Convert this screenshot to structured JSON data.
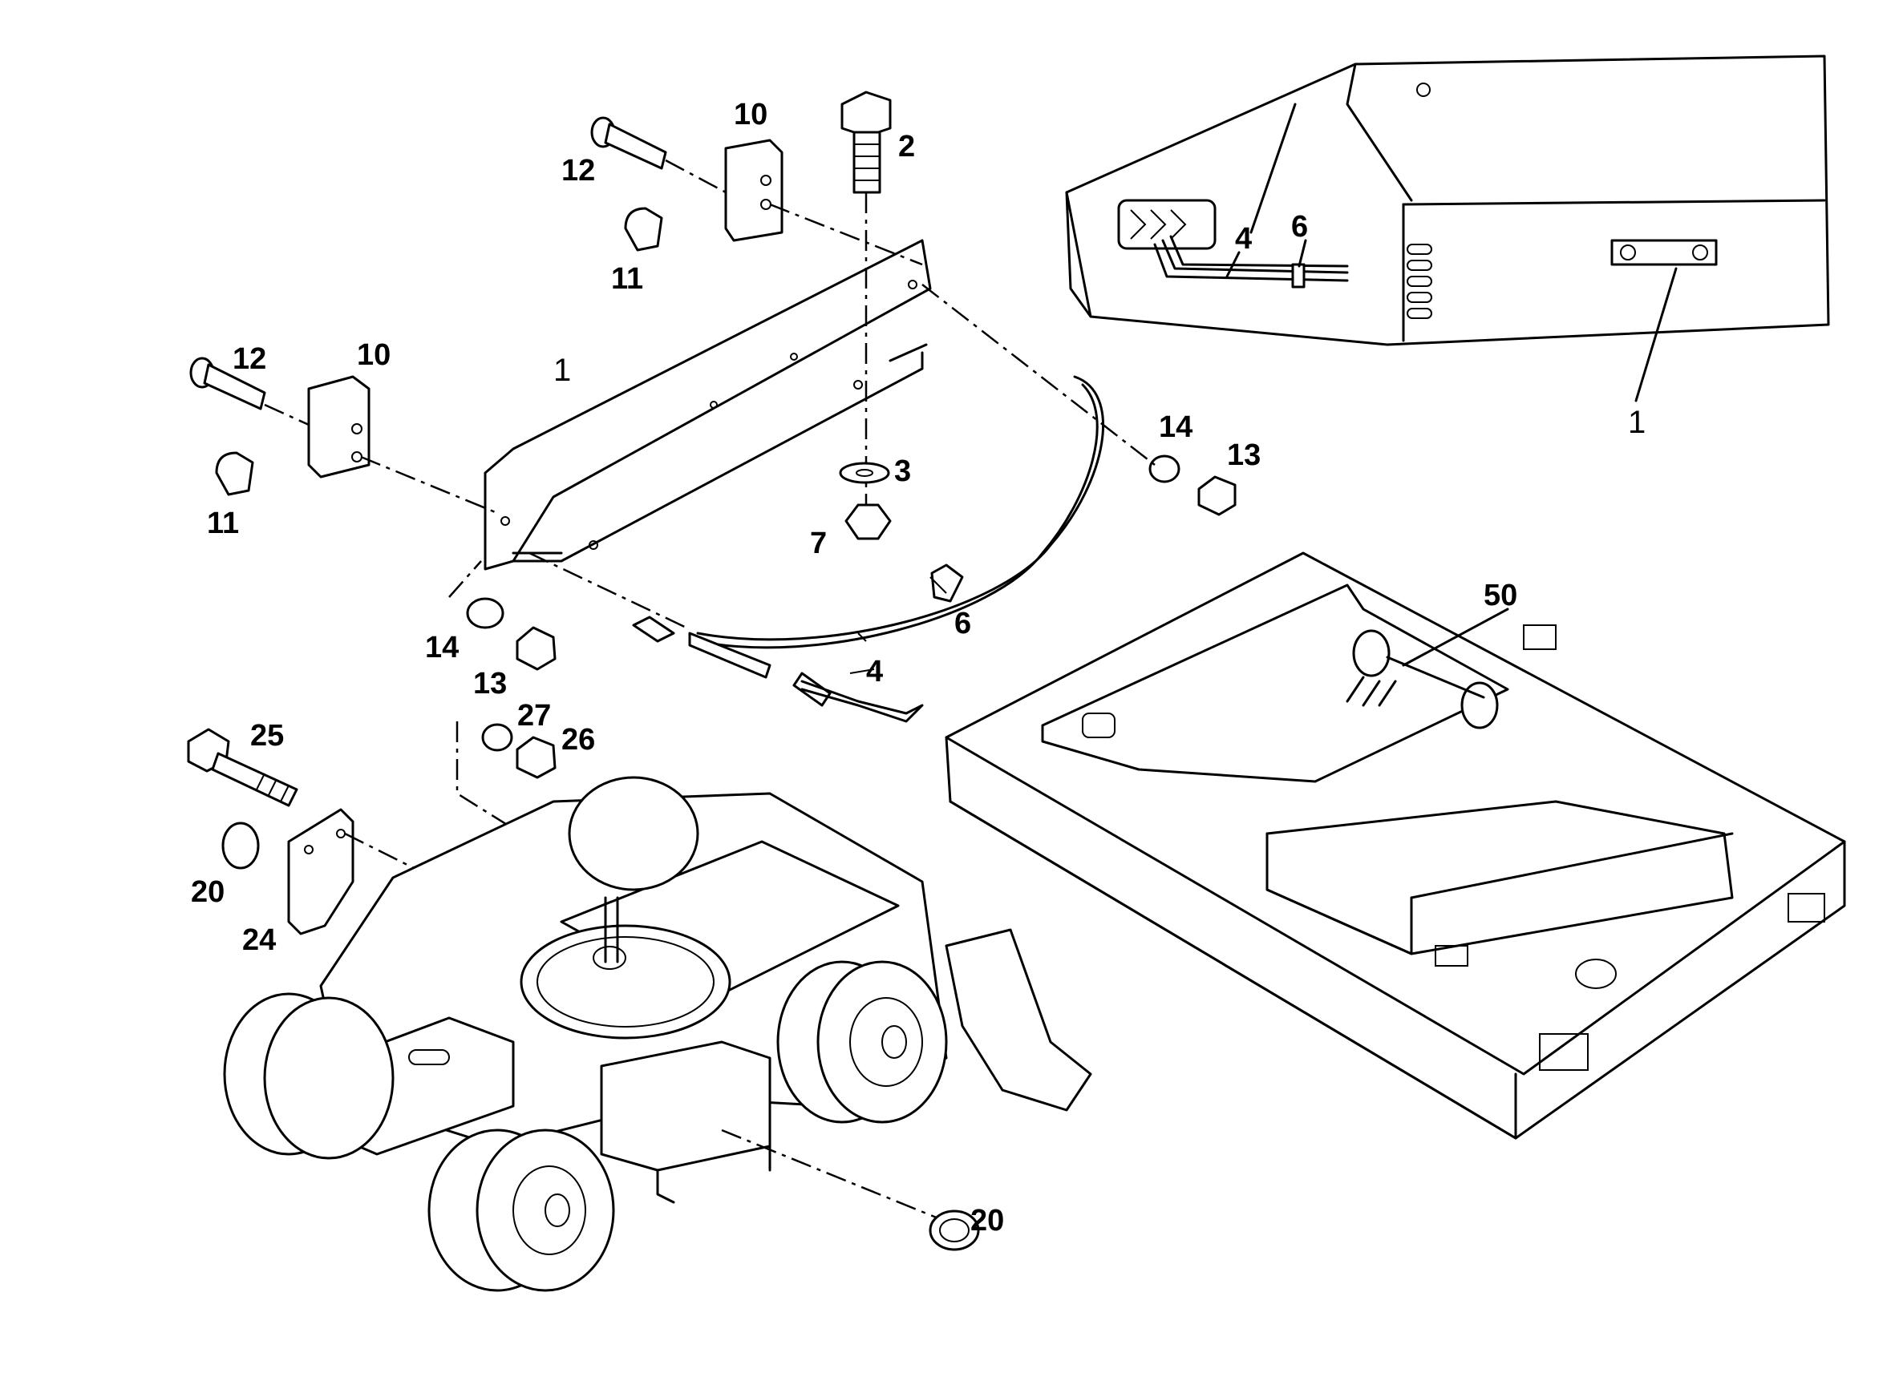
{
  "callouts": {
    "c1_main": "1",
    "c1_inset": "1",
    "c2": "2",
    "c3": "3",
    "c4_a": "4",
    "c4_b": "4",
    "c6_a": "6",
    "c6_b": "6",
    "c7": "7",
    "c10_a": "10",
    "c10_b": "10",
    "c11_a": "11",
    "c11_b": "11",
    "c12_a": "12",
    "c12_b": "12",
    "c13_a": "13",
    "c13_b": "13",
    "c14_a": "14",
    "c14_b": "14",
    "c20_a": "20",
    "c20_b": "20",
    "c24": "24",
    "c25": "25",
    "c26": "26",
    "c27": "27",
    "c50": "50",
    "c4_inset": "4",
    "c6_inset": "6"
  }
}
